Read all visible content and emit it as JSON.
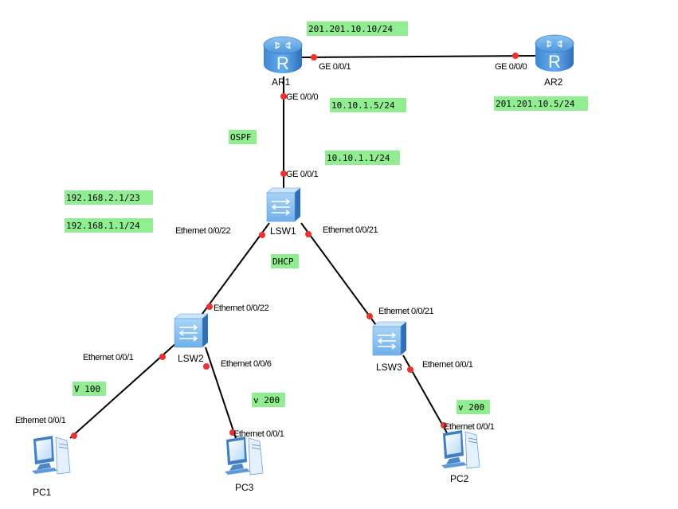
{
  "devices": [
    {
      "id": "AR1",
      "type": "router",
      "label": "AR1"
    },
    {
      "id": "AR2",
      "type": "router",
      "label": "AR2"
    },
    {
      "id": "LSW1",
      "type": "switch",
      "label": "LSW1"
    },
    {
      "id": "LSW2",
      "type": "switch",
      "label": "LSW2"
    },
    {
      "id": "LSW3",
      "type": "switch",
      "label": "LSW3"
    },
    {
      "id": "PC1",
      "type": "pc",
      "label": "PC1"
    },
    {
      "id": "PC2",
      "type": "pc",
      "label": "PC2"
    },
    {
      "id": "PC3",
      "type": "pc",
      "label": "PC3"
    }
  ],
  "links": [
    {
      "from": "AR1",
      "from_port": "GE 0/0/1",
      "to": "AR2",
      "to_port": "GE 0/0/0"
    },
    {
      "from": "AR1",
      "from_port": "GE 0/0/0",
      "to": "LSW1",
      "to_port": "GE 0/0/1"
    },
    {
      "from": "LSW1",
      "from_port": "Ethernet 0/0/22",
      "to": "LSW2",
      "to_port": "Ethernet 0/0/22"
    },
    {
      "from": "LSW1",
      "from_port": "Ethernet 0/0/21",
      "to": "LSW3",
      "to_port": "Ethernet 0/0/21"
    },
    {
      "from": "LSW2",
      "from_port": "Ethernet 0/0/1",
      "to": "PC1",
      "to_port": "Ethernet 0/0/1"
    },
    {
      "from": "LSW2",
      "from_port": "Ethernet 0/0/6",
      "to": "PC3",
      "to_port": "Ethernet 0/0/1"
    },
    {
      "from": "LSW3",
      "from_port": "Ethernet 0/0/1",
      "to": "PC2",
      "to_port": "Ethernet 0/0/1"
    }
  ],
  "notes": [
    {
      "id": "ar1-wan-ip",
      "text": "201.201.10.10/24"
    },
    {
      "id": "ar2-wan-ip",
      "text": "201.201.10.5/24"
    },
    {
      "id": "ar1-lan-ip",
      "text": "10.10.1.5/24"
    },
    {
      "id": "lsw1-uplink-ip",
      "text": "10.10.1.1/24"
    },
    {
      "id": "ospf",
      "text": "OSPF"
    },
    {
      "id": "vlanif-200",
      "text": "192.168.2.1/23"
    },
    {
      "id": "vlanif-100",
      "text": "192.168.1.1/24"
    },
    {
      "id": "dhcp",
      "text": "DHCP"
    },
    {
      "id": "vlan-100",
      "text": "V 100"
    },
    {
      "id": "vlan-200-pc3",
      "text": "v 200"
    },
    {
      "id": "vlan-200-pc2",
      "text": "v 200"
    }
  ],
  "colors": {
    "note_background": "#90ee90",
    "port_dot": "#f03030",
    "link": "#000000",
    "device_blue": "#4a90d9"
  }
}
